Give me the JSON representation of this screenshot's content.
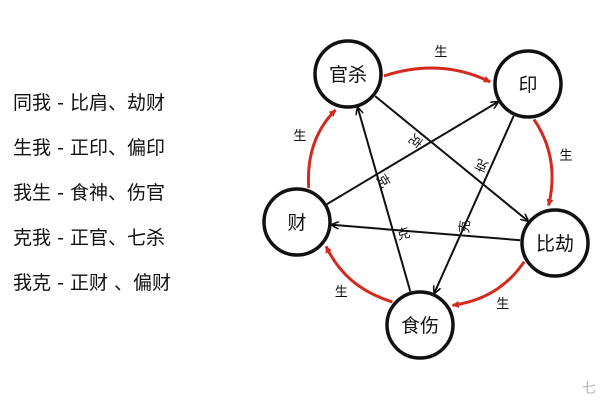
{
  "legend": [
    {
      "subject": "同我",
      "dash": "-",
      "members": "比肩、劫财"
    },
    {
      "subject": "生我",
      "dash": "-",
      "members": "正印、偏印"
    },
    {
      "subject": "我生",
      "dash": "-",
      "members": "食神、伤官"
    },
    {
      "subject": "克我",
      "dash": "-",
      "members": "正官、七杀"
    },
    {
      "subject": "我克",
      "dash": "-",
      "members": "正财 、偏财"
    }
  ],
  "nodes": [
    {
      "id": "guansha",
      "label": "官杀"
    },
    {
      "id": "yin",
      "label": "印"
    },
    {
      "id": "bijie",
      "label": "比劫"
    },
    {
      "id": "shishang",
      "label": "食伤"
    },
    {
      "id": "cai",
      "label": "财"
    }
  ],
  "sheng_cycle": [
    {
      "from": "guansha",
      "to": "yin",
      "label": "生"
    },
    {
      "from": "yin",
      "to": "bijie",
      "label": "生"
    },
    {
      "from": "bijie",
      "to": "shishang",
      "label": "生"
    },
    {
      "from": "shishang",
      "to": "cai",
      "label": "生"
    },
    {
      "from": "cai",
      "to": "guansha",
      "label": "生"
    }
  ],
  "ke_star": [
    {
      "from": "guansha",
      "to": "bijie",
      "label": "克"
    },
    {
      "from": "bijie",
      "to": "cai",
      "label": "克"
    },
    {
      "from": "cai",
      "to": "yin",
      "label": "克"
    },
    {
      "from": "yin",
      "to": "shishang",
      "label": "克"
    },
    {
      "from": "shishang",
      "to": "guansha",
      "label": "克"
    }
  ],
  "colors": {
    "sheng_arrow": "#d42a1e",
    "ke_arrow": "#111111",
    "node_stroke": "#111111"
  },
  "watermark": "七"
}
